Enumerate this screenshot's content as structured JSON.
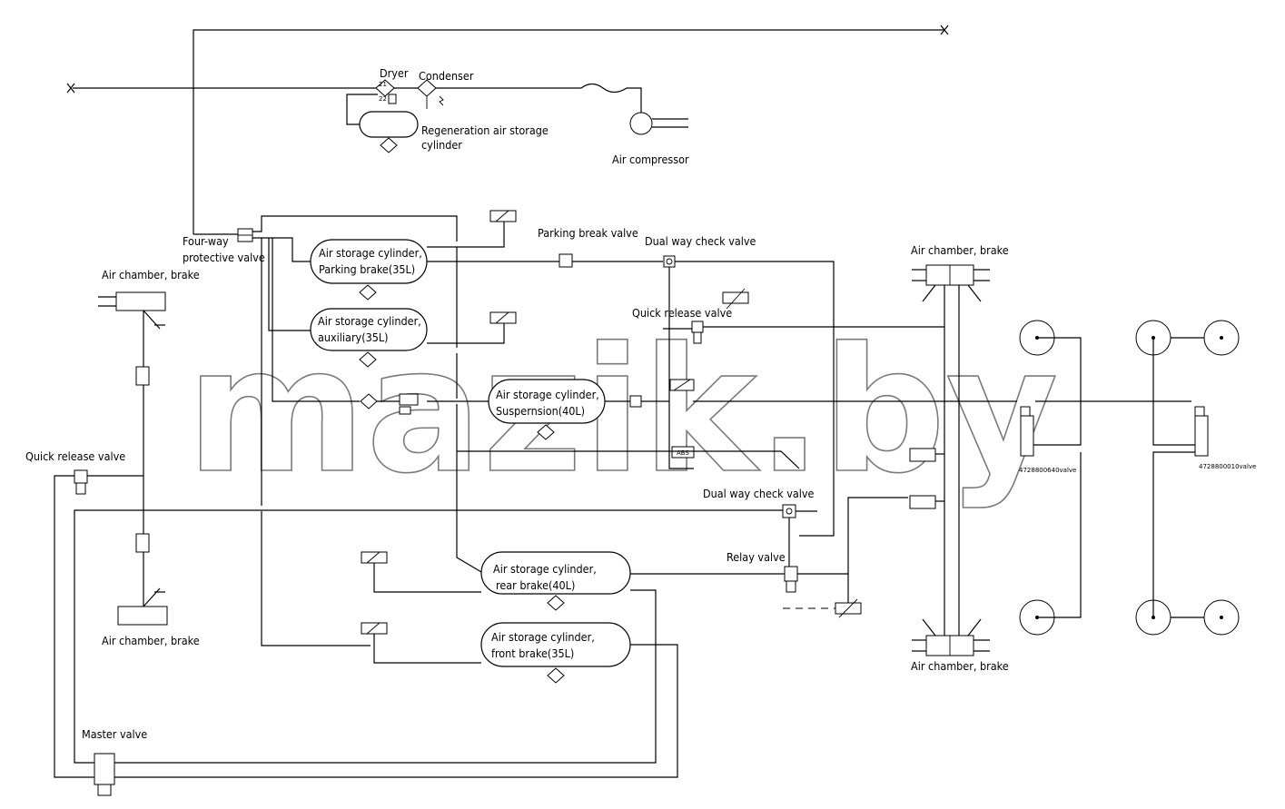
{
  "labels": {
    "dryer": "Dryer",
    "condenser": "Condenser",
    "regen_line1": "Regeneration air storage",
    "regen_line2": "cylinder",
    "air_compressor": "Air compressor",
    "four_way_line1": "Four-way",
    "four_way_line2": "protective valve",
    "parking_valve": "Parking break valve",
    "dual_check_top": "Dual way check valve",
    "dual_check_mid": "Dual way check valve",
    "quick_release_mid": "Quick release valve",
    "quick_release_left": "Quick release valve",
    "relay_valve": "Relay valve",
    "master_valve": "Master valve",
    "chamber_left_top": "Air chamber, brake",
    "chamber_left_bottom": "Air chamber, brake",
    "chamber_right_top": "Air chamber, brake",
    "chamber_right_bottom": "Air chamber, brake",
    "cyl_parking_1": "Air storage cylinder,",
    "cyl_parking_2": "Parking brake(35L)",
    "cyl_aux_1": "Air storage cylinder,",
    "cyl_aux_2": "auxiliary(35L)",
    "cyl_susp_1": "Air storage cylinder,",
    "cyl_susp_2": "Suspernsion(40L)",
    "cyl_rear_1": "Air storage cylinder,",
    "cyl_rear_2": "rear brake(40L)",
    "cyl_front_1": "Air storage cylinder,",
    "cyl_front_2": "front brake(35L)",
    "valve_a": "4728800640valve",
    "valve_b": "4728800010valve",
    "abs": "ABS"
  },
  "watermark": "mazik.by",
  "colors": {
    "line": "#000000",
    "watermark": "#7a7a7a",
    "background": "#ffffff"
  }
}
